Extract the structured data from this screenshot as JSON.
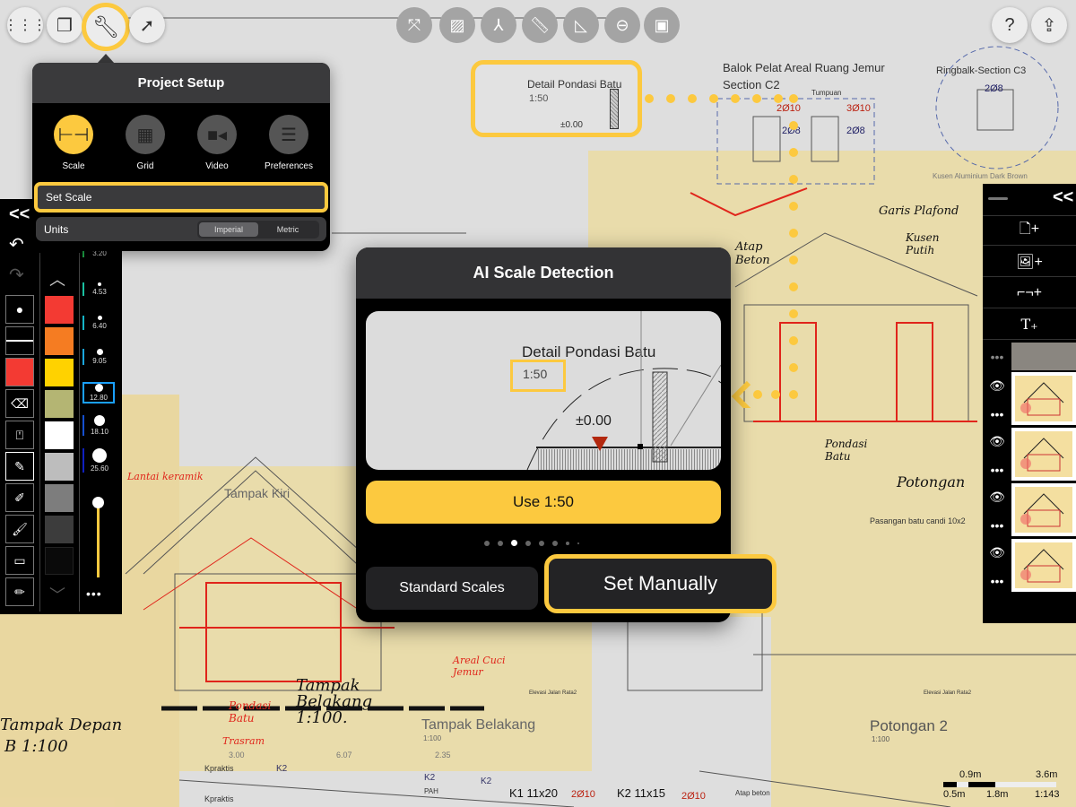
{
  "toolbar_left": {
    "icons": [
      "grid-back-icon",
      "layers-icon",
      "wrench-icon",
      "select-lasso-icon"
    ]
  },
  "toolbar_center": {
    "icons": [
      "transform-icon",
      "hatch-icon",
      "axis-icon",
      "ruler-icon",
      "set-square-icon",
      "minus-circle-icon",
      "stamp-icon"
    ]
  },
  "toolbar_right": {
    "help": "?",
    "share": "share-icon"
  },
  "project_setup": {
    "title": "Project Setup",
    "options": [
      {
        "label": "Scale"
      },
      {
        "label": "Grid"
      },
      {
        "label": "Video"
      },
      {
        "label": "Preferences"
      }
    ],
    "set_scale": "Set Scale",
    "units_label": "Units",
    "units": [
      "Imperial",
      "Metric"
    ],
    "units_selected": "Imperial"
  },
  "left_palette": {
    "collapse": "<<",
    "colors": [
      "#f33a33",
      "#f57c22",
      "#ffd200",
      "#b4b573",
      "#ffffff",
      "#bdbdbd",
      "#7d7d7d",
      "#3c3c3c",
      "#0a0a0a"
    ],
    "sizes": [
      "3.20",
      "4.53",
      "6.40",
      "9.05",
      "12.80",
      "18.10",
      "25.60"
    ],
    "selected_size": "12.80",
    "opacity": 0.85,
    "more": "•••"
  },
  "callout": {
    "title": "Detail Pondasi Batu",
    "scale": "1:50",
    "level": "±0.00"
  },
  "ai_dialog": {
    "title": "AI Scale Detection",
    "preview_title": "Detail Pondasi Batu",
    "preview_scale": "1:50",
    "preview_level": "±0.00",
    "use_button": "Use 1:50",
    "page_count": 8,
    "page_current": 3,
    "standard_scales": "Standard Scales",
    "set_manually": "Set Manually"
  },
  "right_panel": {
    "collapse": "<<",
    "more": "•••",
    "layers": 4
  },
  "drawing_labels": {
    "balok": "Balok Pelat Areal Ruang Jemur",
    "section_c2": "Section C2",
    "ringbalk": "Ringbalk-Section C3",
    "r1": "2Ø10",
    "r2": "3Ø10",
    "r3": "2Ø8",
    "r4": "2Ø8",
    "r5": "2Ø8",
    "tumpuan": "Tumpuan",
    "kaca": "Kusen Aluminium Dark Brown",
    "tampak_kiri": "Tampak Kiri",
    "tampak_belakang": "Tampak Belakang",
    "skala100": "1:100",
    "potongan": "Potongan 2",
    "skala100b": "1:100",
    "pasangan": "Pasangan batu candi 10x2",
    "k1": "K1 11x20",
    "k2": "K2 11x15",
    "r6": "2Ø10",
    "r7": "2Ø10",
    "kpraktis": "Kpraktis",
    "kpraktis2": "Kpraktis",
    "atap": "Atap beton",
    "elevasi": "Elevasi Jalan Rata2",
    "elevasi2": "Elevasi Jalan Rata2",
    "dim1": "3.00",
    "dim2": "6.07",
    "dim3": "2.35",
    "k2a": "K2",
    "k2b": "K2",
    "k2c": "K2",
    "pah": "PAH"
  },
  "handwriting": {
    "h1": "Tampak Belakang 1:100.",
    "h2": "Pondasi Batu",
    "h3": "Atap Beton",
    "h4": "Garis Plafond",
    "h5": "Kusen Putih",
    "h6": "Potongan",
    "h7": "Tampak Depan",
    "h8": "B 1:100",
    "h9": "Lantai keramik",
    "h10": "Areal Cuci Jemur",
    "h11": "Trasram",
    "h12": "Pondasi Batu"
  },
  "scale_bar": {
    "top_left": "0.9m",
    "top_right": "3.6m",
    "bottom_left": "0.5m",
    "bottom_mid": "1.8m",
    "ratio": "1:143"
  },
  "colors": {
    "accent": "#fcc93f",
    "red": "#e0251b"
  }
}
